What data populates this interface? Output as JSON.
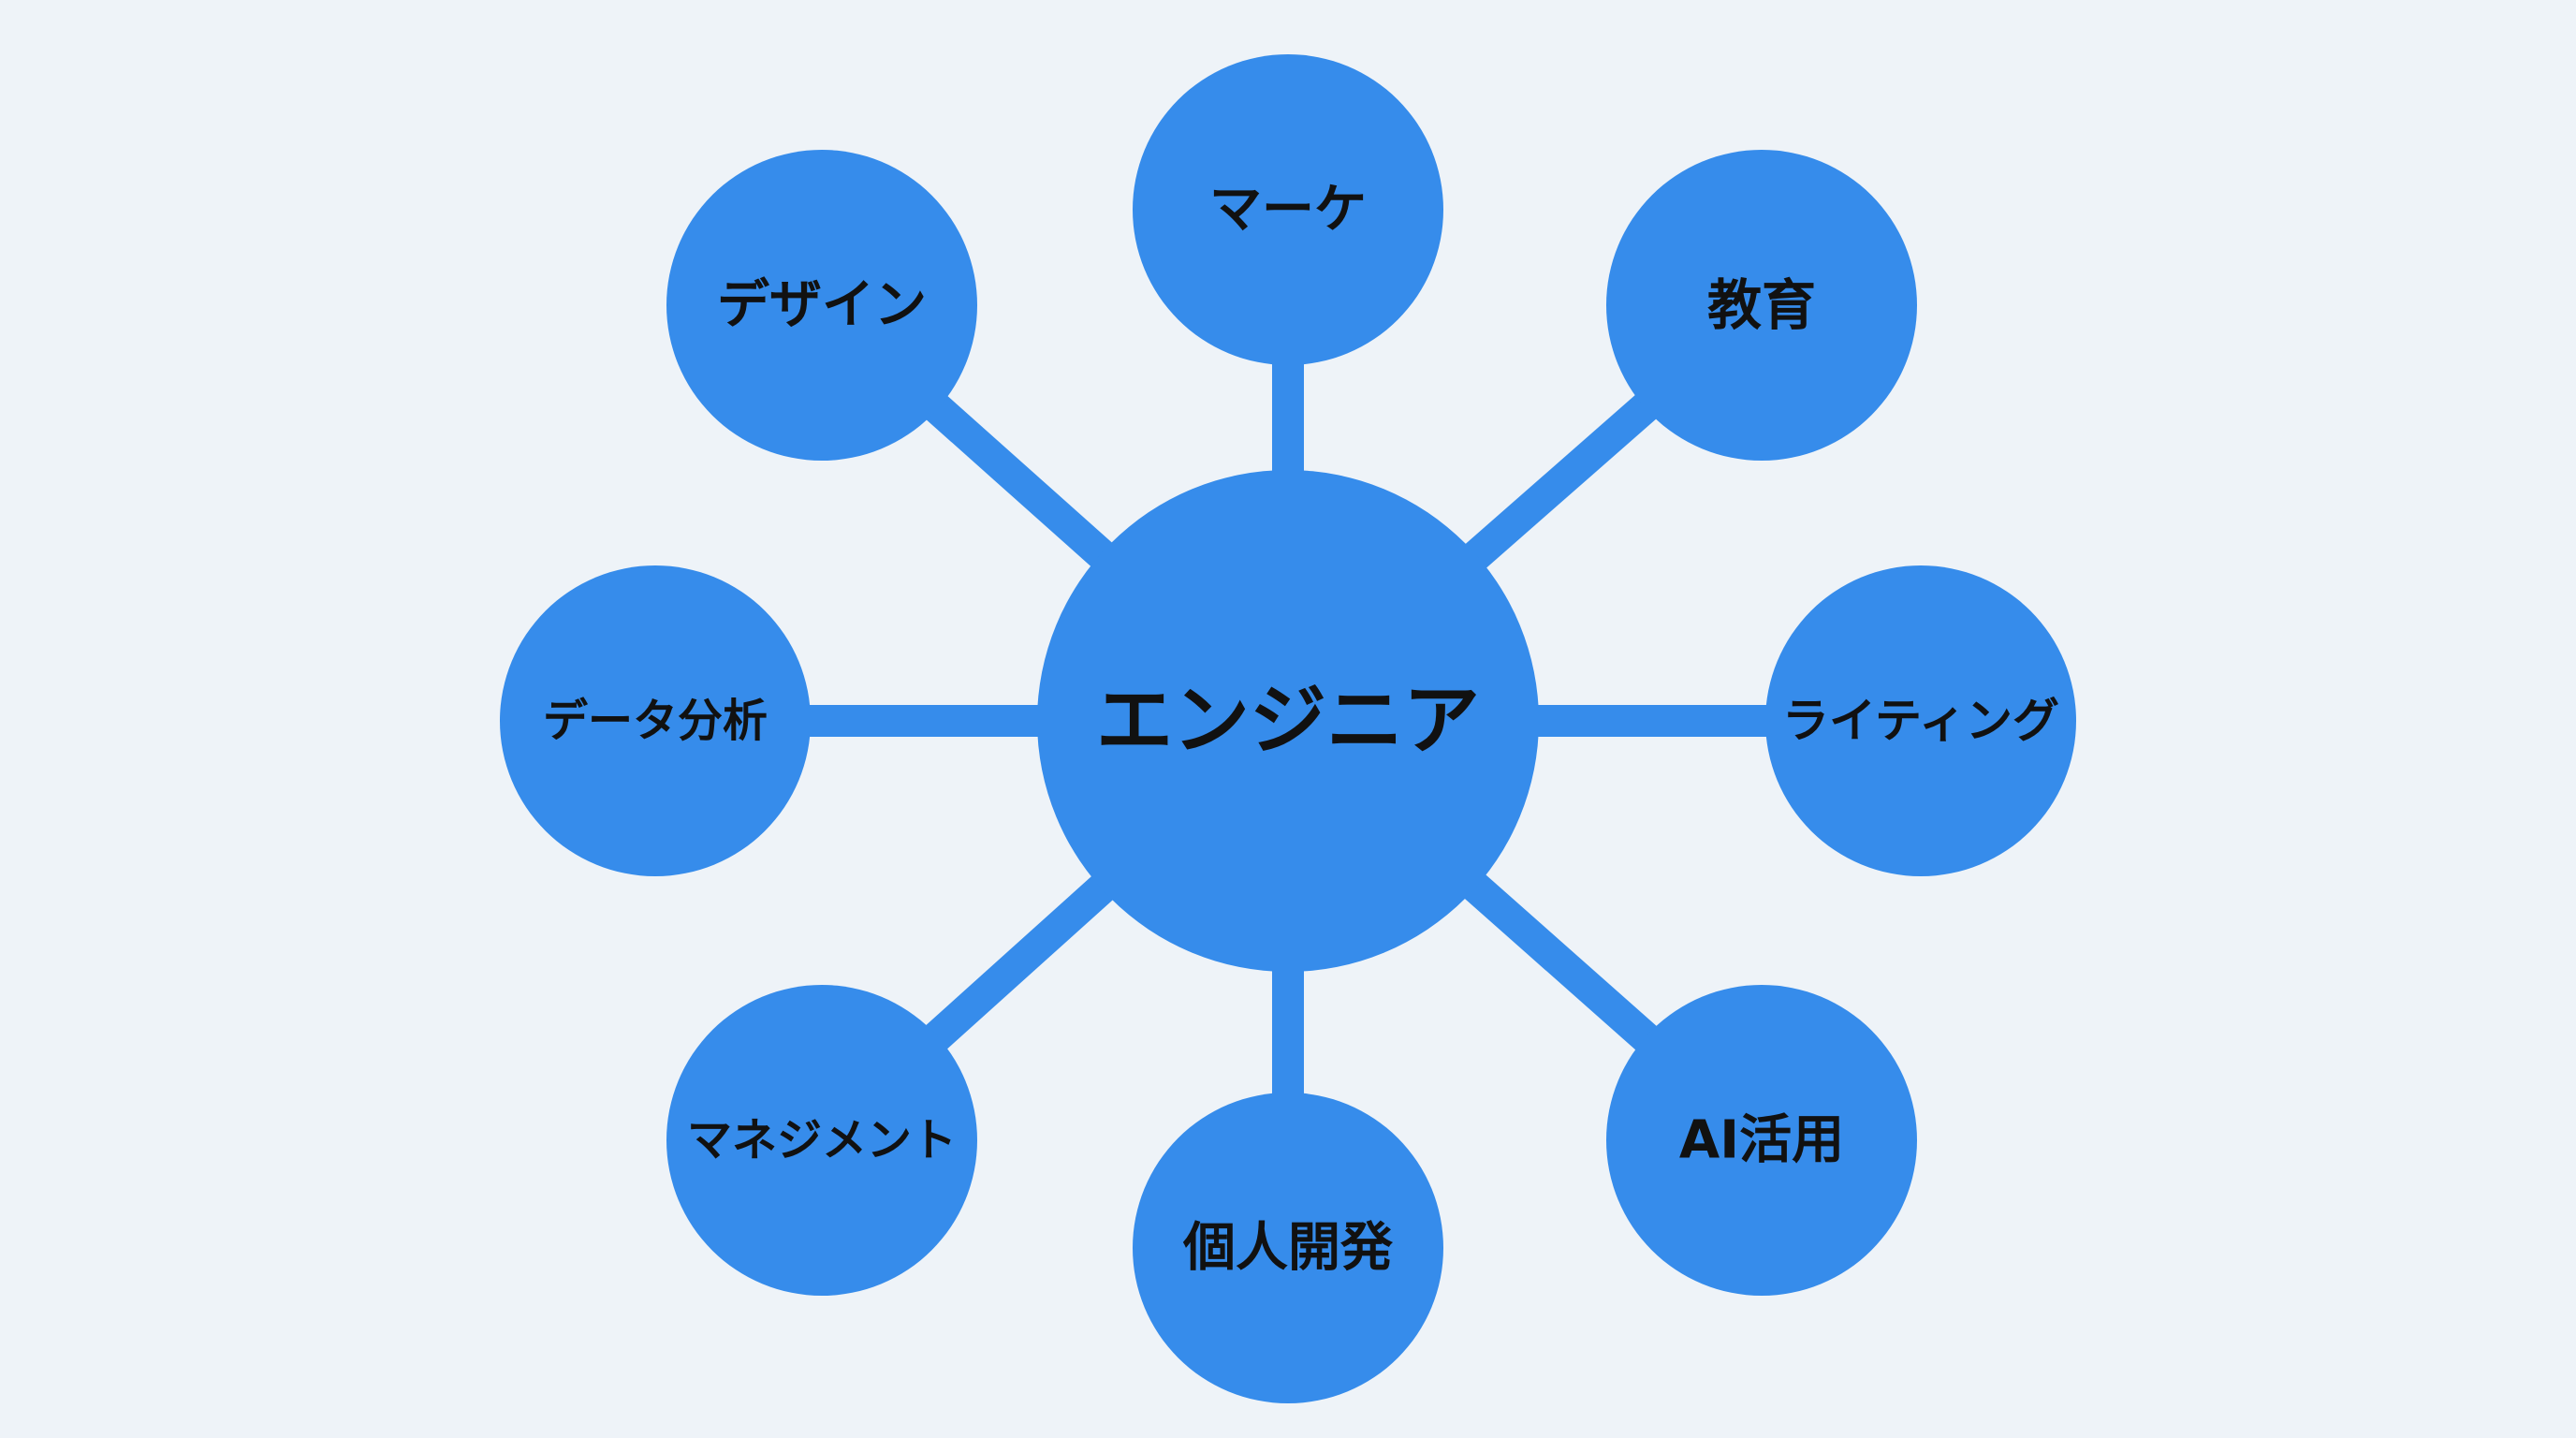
{
  "diagram": {
    "center": {
      "label": "エンジニア"
    },
    "nodes": [
      {
        "label": "マーケ"
      },
      {
        "label": "教育"
      },
      {
        "label": "ライティング"
      },
      {
        "label": "AI活用"
      },
      {
        "label": "個人開発"
      },
      {
        "label": "マネジメント"
      },
      {
        "label": "データ分析"
      },
      {
        "label": "デザイン"
      }
    ],
    "colors": {
      "background": "#eef3f8",
      "node_fill": "#368ceb",
      "connector": "#368ceb",
      "text": "#111111"
    }
  }
}
